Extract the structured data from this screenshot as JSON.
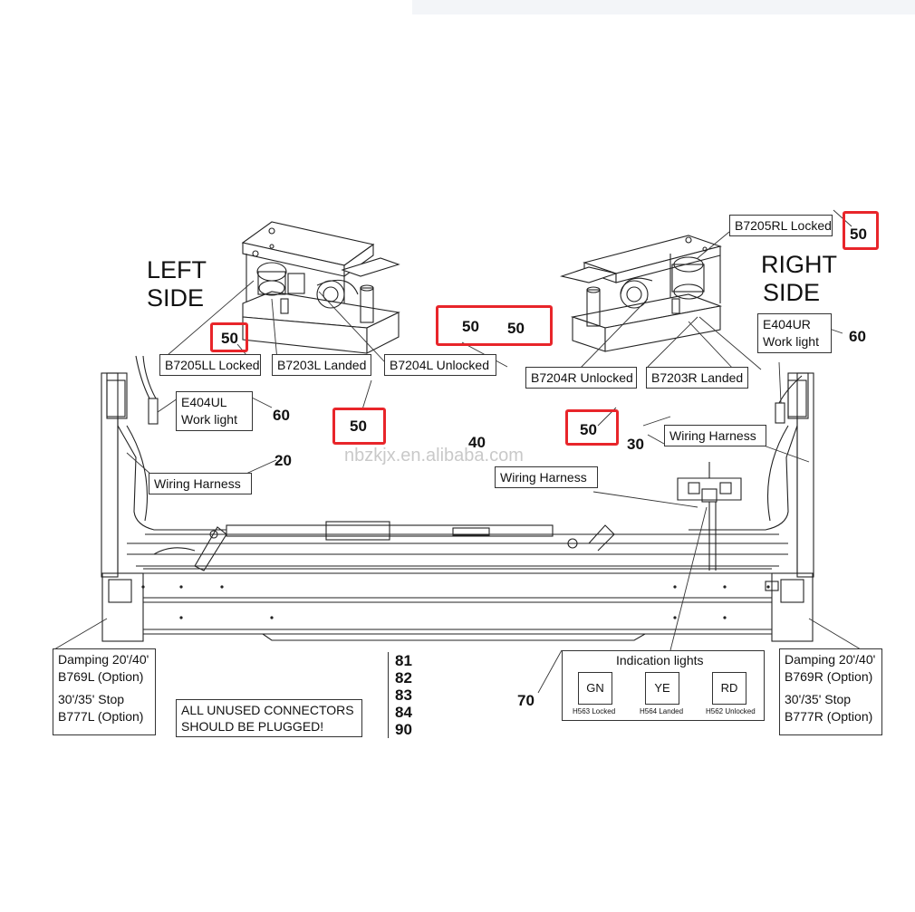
{
  "sides": {
    "left": [
      "LEFT",
      "SIDE"
    ],
    "right": [
      "RIGHT",
      "SIDE"
    ]
  },
  "watermark": "nbzkjx.en.alibaba.com",
  "labels": {
    "b7205ll": "B7205LL Locked",
    "b7203l": "B7203L Landed",
    "b7204l": "B7204L Unlocked",
    "b7205rl": "B7205RL Locked",
    "b7204r": "B7204R Unlocked",
    "b7203r": "B7203R Landed",
    "e404ul": [
      "E404UL",
      "Work light"
    ],
    "e404ur": [
      "E404UR",
      "Work light"
    ],
    "wiring_left": "Wiring Harness",
    "wiring_center": "Wiring Harness",
    "wiring_right": "Wiring Harness",
    "damping_left": [
      "Damping 20'/40'",
      "B769L (Option)",
      "30'/35' Stop",
      "B777L (Option)"
    ],
    "damping_right": [
      "Damping 20'/40'",
      "B769R (Option)",
      "30'/35' Stop",
      "B777R (Option)"
    ],
    "unused": [
      "ALL UNUSED CONNECTORS",
      "SHOULD BE PLUGGED!"
    ]
  },
  "numbers": {
    "n50_left": "50",
    "n50_center_a": "50",
    "n50_center_b": "50",
    "n50_mid_left": "50",
    "n50_mid_right": "50",
    "n50_right": "50",
    "n60_left": "60",
    "n60_right": "60",
    "n20": "20",
    "n40": "40",
    "n30": "30",
    "n70": "70",
    "list": [
      "81",
      "82",
      "83",
      "84",
      "90"
    ]
  },
  "indication": {
    "title": "Indication lights",
    "lamps": [
      {
        "code": "GN",
        "caption": "H563 Locked"
      },
      {
        "code": "YE",
        "caption": "H564 Landed"
      },
      {
        "code": "RD",
        "caption": "H562 Unlocked"
      }
    ]
  },
  "colors": {
    "highlight": "#e8252a",
    "line": "#222222",
    "watermark": "#c9c9c9"
  }
}
